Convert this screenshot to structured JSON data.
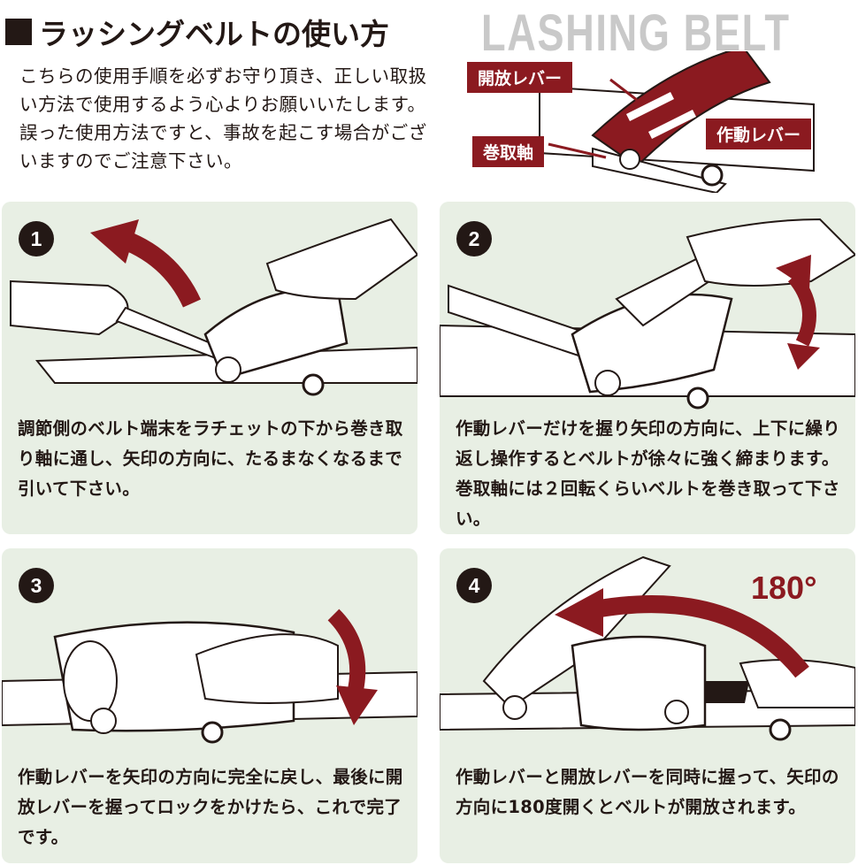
{
  "header": {
    "title": "ラッシングベルトの使い方",
    "background_word": "LASHING BELT"
  },
  "intro": {
    "text": "こちらの使用手順を必ずお守り頂き、正しい取扱い方法で使用するよう心よりお願いいたします。誤った使用方法ですと、事故を起こす場合がございますのでご注意下さい。"
  },
  "diagram": {
    "labels": {
      "release_lever": "開放レバー",
      "winding_axis": "巻取軸",
      "operating_lever": "作動レバー"
    }
  },
  "steps": [
    {
      "number": "1",
      "text": "調節側のベルト端末をラチェットの下から巻き取り軸に通し、矢印の方向に、たるまなくなるまで引いて下さい。"
    },
    {
      "number": "2",
      "text": "作動レバーだけを握り矢印の方向に、上下に繰り返し操作するとベルトが徐々に強く締まります。巻取軸には２回転くらいベルトを巻き取って下さい。"
    },
    {
      "number": "3",
      "text": "作動レバーを矢印の方向に完全に戻し、最後に開放レバーを握ってロックをかけたら、これで完了です。"
    },
    {
      "number": "4",
      "text": "作動レバーと開放レバーを同時に握って、矢印の方向に180度開くとベルトが開放されます。",
      "angle_label": "180°"
    }
  ],
  "colors": {
    "accent": "#8b1a20",
    "panel_bg": "#e8efe4",
    "text": "#231815"
  }
}
